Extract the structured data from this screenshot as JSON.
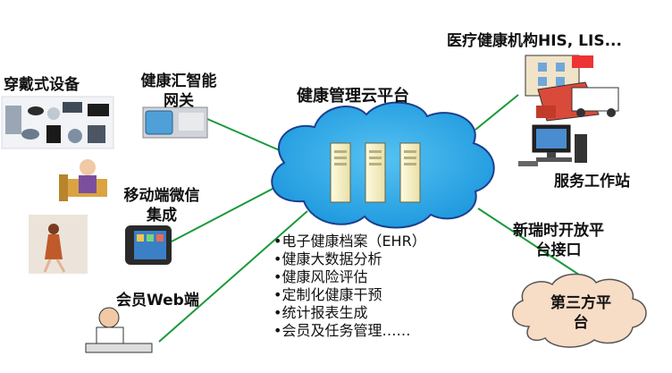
{
  "labels": {
    "wearables": "穿戴式设备",
    "gateway_line1": "健康汇智能",
    "gateway_line2": "网关",
    "mobile_line1": "移动端微信",
    "mobile_line2": "集成",
    "web_member": "会员Web端",
    "cloud": "健康管理云平台",
    "medical_institutions": "医疗健康机构HIS, LIS...",
    "workstation": "服务工作站",
    "open_platform_line1": "新瑞时开放平",
    "open_platform_line2": "台接口",
    "third_party_line1": "第三方平",
    "third_party_line2": "台"
  },
  "features": [
    "•电子健康档案（EHR）",
    "•健康大数据分析",
    "•健康风险评估",
    "•定制化健康干预",
    "•统计报表生成",
    "•会员及任务管理……"
  ],
  "colors": {
    "cloud_fill": "#22a6e8",
    "cloud_stroke": "#1b3f8f",
    "connector": "#1a9a3a",
    "third_party_cloud": "#f7dcc6"
  }
}
